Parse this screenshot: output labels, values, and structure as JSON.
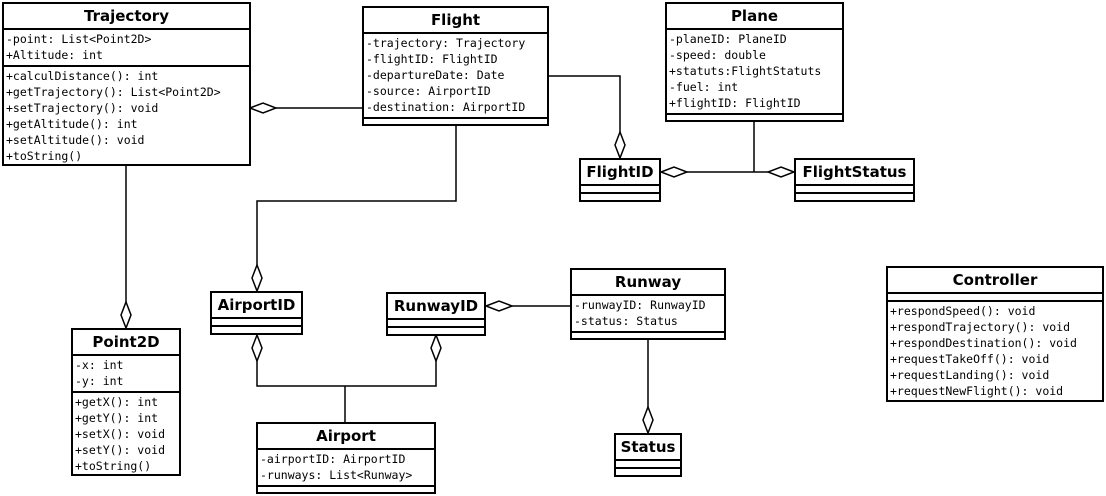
{
  "classes": {
    "trajectory": {
      "name": "Trajectory",
      "attributes": [
        "-point: List<Point2D>",
        "+Altitude: int"
      ],
      "methods": [
        "+calculDistance(): int",
        "+getTrajectory(): List<Point2D>",
        "+setTrajectory(): void",
        "+getAltitude(): int",
        "+setAltitude(): void",
        "+toString()"
      ]
    },
    "flight": {
      "name": "Flight",
      "attributes": [
        "-trajectory: Trajectory",
        "-flightID: FlightID",
        "-departureDate: Date",
        "-source: AirportID",
        "-destination: AirportID"
      ],
      "methods": []
    },
    "plane": {
      "name": "Plane",
      "attributes": [
        "-planeID: PlaneID",
        "-speed: double",
        "+statuts:FlightStatuts",
        "-fuel: int",
        "+flightID: FlightID"
      ],
      "methods": []
    },
    "flightid": {
      "name": "FlightID",
      "attributes": [],
      "methods": []
    },
    "flightstatus": {
      "name": "FlightStatus",
      "attributes": [],
      "methods": []
    },
    "point2d": {
      "name": "Point2D",
      "attributes": [
        "-x: int",
        "-y: int"
      ],
      "methods": [
        "+getX(): int",
        "+getY(): int",
        "+setX(): void",
        "+setY(): void",
        "+toString()"
      ]
    },
    "airportid": {
      "name": "AirportID",
      "attributes": [],
      "methods": []
    },
    "runwayid": {
      "name": "RunwayID",
      "attributes": [],
      "methods": []
    },
    "runway": {
      "name": "Runway",
      "attributes": [
        "-runwayID: RunwayID",
        "-status: Status"
      ],
      "methods": []
    },
    "status": {
      "name": "Status",
      "attributes": [],
      "methods": []
    },
    "airport": {
      "name": "Airport",
      "attributes": [
        "-airportID: AirportID",
        "-runways: List<Runway>"
      ],
      "methods": []
    },
    "controller": {
      "name": "Controller",
      "attributes": [],
      "methods": [
        "+respondSpeed(): void",
        "+respondTrajectory(): void",
        "+respondDestination(): void",
        "+requestTakeOff(): void",
        "+requestLanding(): void",
        "+requestNewFlight(): void"
      ]
    }
  },
  "relations": [
    {
      "from": "flight",
      "to": "trajectory",
      "type": "aggregation"
    },
    {
      "from": "flight",
      "to": "flightid",
      "type": "aggregation"
    },
    {
      "from": "flight",
      "to": "airportid",
      "type": "aggregation"
    },
    {
      "from": "plane",
      "to": "flightid",
      "type": "aggregation"
    },
    {
      "from": "plane",
      "to": "flightstatus",
      "type": "aggregation"
    },
    {
      "from": "trajectory",
      "to": "point2d",
      "type": "aggregation"
    },
    {
      "from": "runway",
      "to": "runwayid",
      "type": "aggregation"
    },
    {
      "from": "runway",
      "to": "status",
      "type": "aggregation"
    },
    {
      "from": "airport",
      "to": "airportid",
      "type": "aggregation"
    },
    {
      "from": "airport",
      "to": "runwayid",
      "type": "aggregation"
    }
  ]
}
